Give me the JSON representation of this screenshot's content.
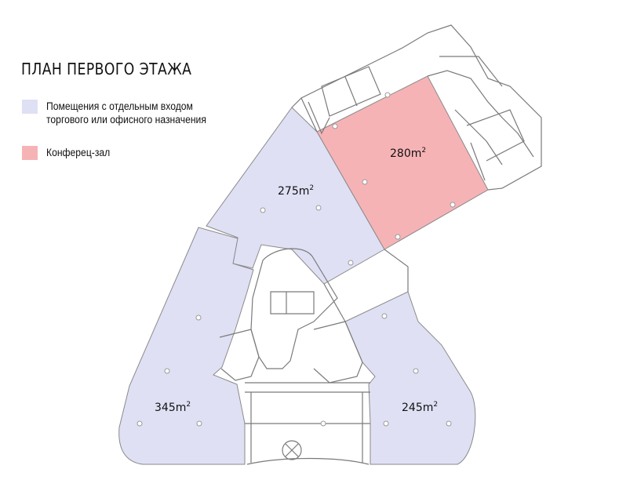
{
  "title": "ПЛАН ПЕРВОГО ЭТАЖА",
  "legend": [
    {
      "label": "Помещения с отдельным входом торгового или офисного назначения",
      "color": "#dfe0f4"
    },
    {
      "label": "Конферец-зал",
      "color": "#f6b3b6"
    }
  ],
  "areas": {
    "top_left": {
      "value": "275",
      "unit": "m",
      "sup": "2"
    },
    "conference": {
      "value": "280",
      "unit": "m",
      "sup": "2"
    },
    "bottom_left": {
      "value": "345",
      "unit": "m",
      "sup": "2"
    },
    "bottom_right": {
      "value": "245",
      "unit": "m",
      "sup": "2"
    }
  },
  "colors": {
    "office": "#dfe0f4",
    "conference": "#f6b3b6",
    "walls": "#7a7a7a"
  }
}
